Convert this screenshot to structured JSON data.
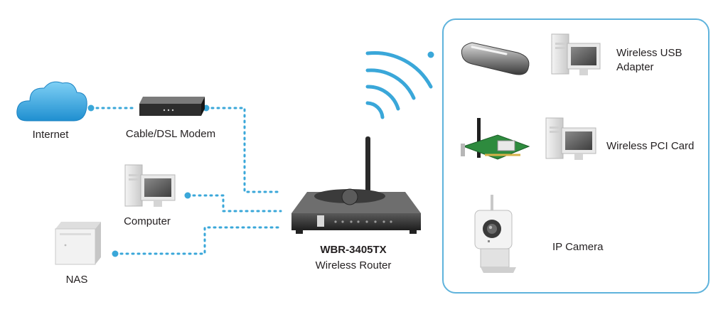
{
  "labels": {
    "internet": "Internet",
    "modem": "Cable/DSL Modem",
    "computer": "Computer",
    "nas": "NAS",
    "router_model": "WBR-3405TX",
    "router_type": "Wireless Router",
    "usb_adapter_line1": "Wireless USB",
    "usb_adapter_line2": "Adapter",
    "pci_card": "Wireless PCI Card",
    "ip_camera": "IP Camera"
  },
  "colors": {
    "link": "#3aa7d9",
    "panel_border": "#5fb3dc",
    "cloud": "#3aa7e0",
    "text": "#231f20"
  }
}
